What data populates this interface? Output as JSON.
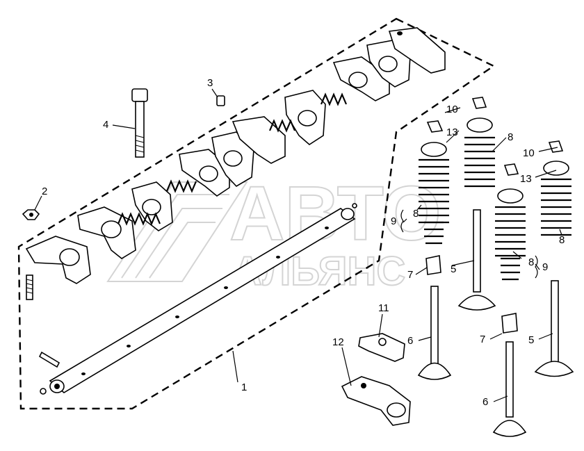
{
  "watermark": {
    "line1": "АВТО",
    "line2": "АЛЬЯНС"
  },
  "callouts": [
    {
      "id": "c1",
      "label": "1"
    },
    {
      "id": "c2",
      "label": "2"
    },
    {
      "id": "c3",
      "label": "3"
    },
    {
      "id": "c4",
      "label": "4"
    },
    {
      "id": "c5a",
      "label": "5"
    },
    {
      "id": "c5b",
      "label": "5"
    },
    {
      "id": "c6a",
      "label": "6"
    },
    {
      "id": "c6b",
      "label": "6"
    },
    {
      "id": "c7a",
      "label": "7"
    },
    {
      "id": "c7b",
      "label": "7"
    },
    {
      "id": "c8a",
      "label": "8"
    },
    {
      "id": "c8b",
      "label": "8"
    },
    {
      "id": "c8c",
      "label": "8"
    },
    {
      "id": "c8d",
      "label": "8"
    },
    {
      "id": "c9a",
      "label": "9"
    },
    {
      "id": "c9b",
      "label": "9"
    },
    {
      "id": "c10a",
      "label": "10"
    },
    {
      "id": "c10b",
      "label": "10"
    },
    {
      "id": "c11",
      "label": "11"
    },
    {
      "id": "c12",
      "label": "12"
    },
    {
      "id": "c13a",
      "label": "13"
    },
    {
      "id": "c13b",
      "label": "13"
    }
  ]
}
